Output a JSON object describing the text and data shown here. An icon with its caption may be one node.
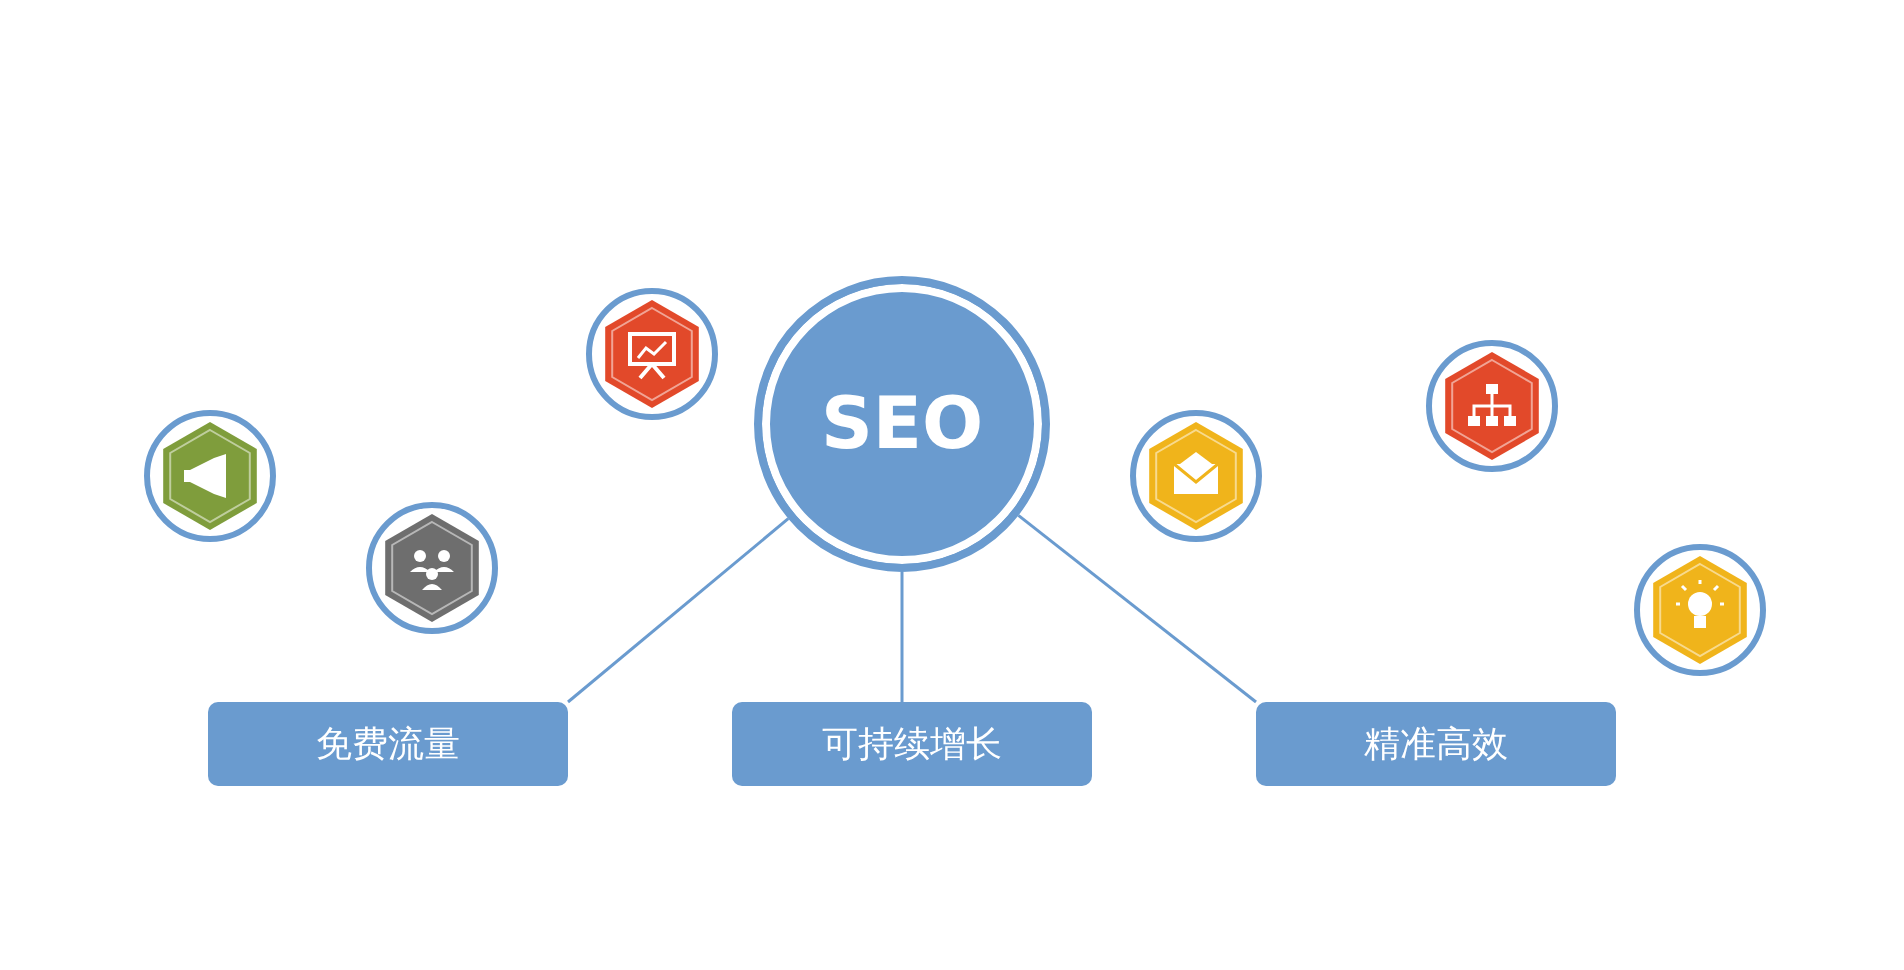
{
  "diagram": {
    "nodes": [
      {
        "text": [
          "SEO"
        ]
      },
      {
        "text": [
          "免费流量"
        ]
      },
      {
        "text": [
          "可持续增长"
        ]
      },
      {
        "text": [
          "精准高效"
        ]
      },
      {
        "text": [],
        "shape": "circle"
      },
      {
        "text": [],
        "shape": "circle"
      },
      {
        "text": [],
        "shape": "circle"
      },
      {
        "text": [],
        "shape": "circle"
      },
      {
        "text": [],
        "shape": "circle"
      },
      {
        "text": [],
        "shape": "circle"
      }
    ],
    "edges": [
      {
        "from": 0,
        "to": 1,
        "arrow": "none"
      },
      {
        "from": 0,
        "to": 2,
        "arrow": "none"
      },
      {
        "from": 0,
        "to": 3,
        "arrow": "none"
      }
    ]
  }
}
